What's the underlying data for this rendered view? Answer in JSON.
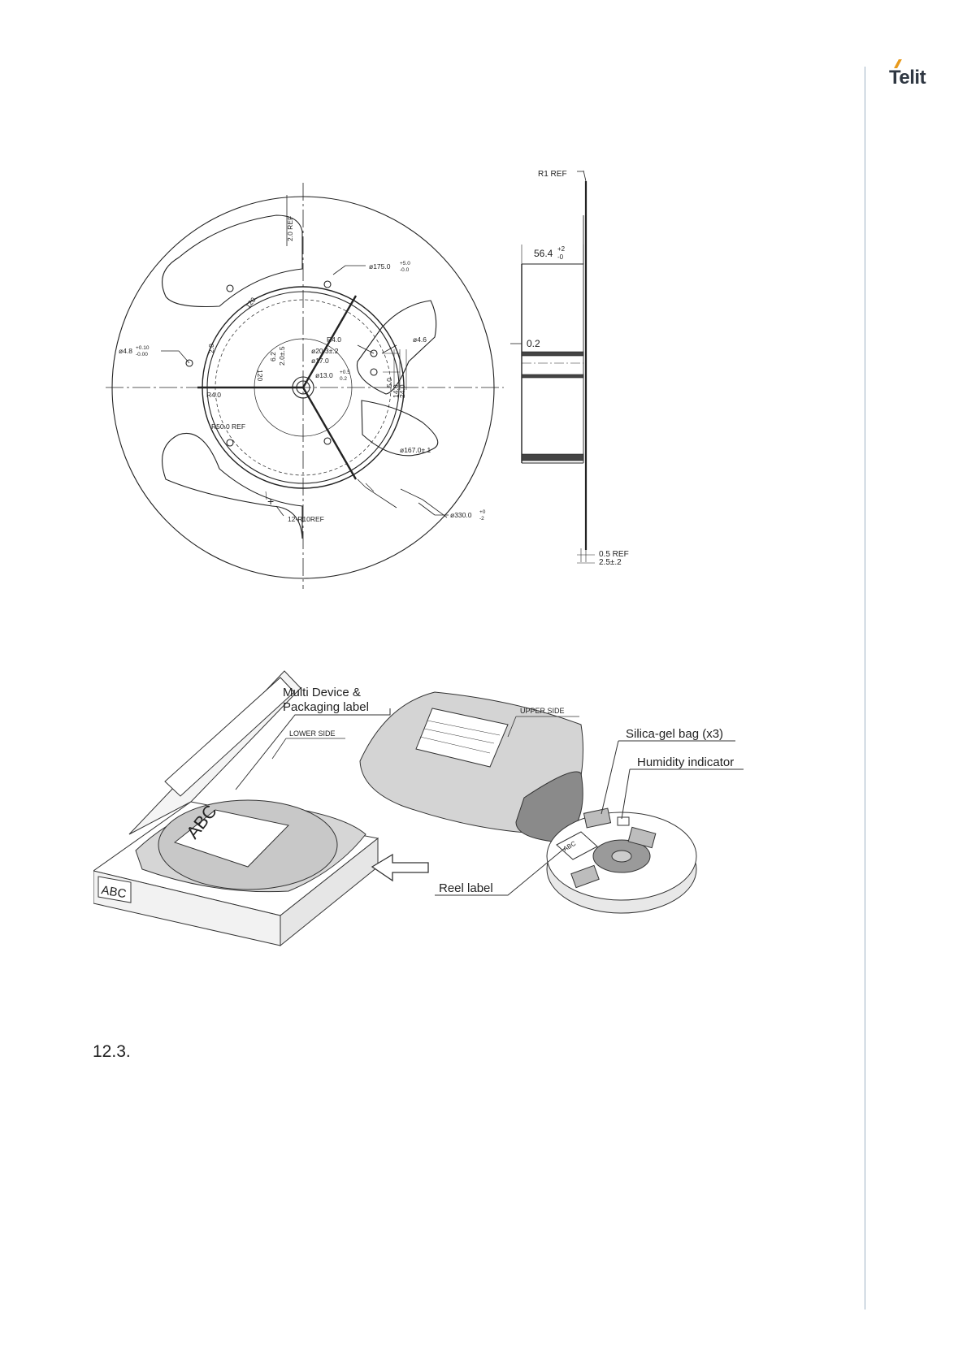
{
  "header": {
    "logo_text": "Telit"
  },
  "reel_drawing": {
    "dims": {
      "d175": "ø175.0",
      "d175_tol_plus": "+5.0",
      "d175_tol_minus": "-0.0",
      "ref20": "2.0 REF",
      "d48": "ø4.8",
      "d48_tol_plus": "+0.10",
      "d48_tol_minus": "-0.00",
      "a120_top": "120",
      "a120_bot": "120",
      "d20v": "2.0",
      "d62": "6.2",
      "d20t": "2.0±.5",
      "d203": "ø20.3±.2",
      "d17": "ø17.0",
      "d13": "ø13.0",
      "d13_tol_plus": "+0.5",
      "d13_tol_minus": "0.2",
      "r4a": "R4.0",
      "r4b": "R4.0",
      "d46": "ø4.6",
      "d50": "5.0",
      "d140": "14.0",
      "d240": "24.0",
      "r50": "R50.0 REF",
      "d167": "ø167.0±.1",
      "r10": "12-R10REF",
      "d330": "ø330.0",
      "d330_tol_plus": "+0",
      "d330_tol_minus": "-2"
    },
    "side": {
      "r1": "R1 REF",
      "w564": "56.4",
      "w564_tol_plus": "+2",
      "w564_tol_minus": "-0",
      "t02": "0.2",
      "t05": "0.5 REF",
      "t25": "2.5±.2"
    }
  },
  "packaging": {
    "label_multi_line1": "Multi Device &",
    "label_multi_line2": "Packaging label",
    "lower_side": "LOWER SIDE",
    "upper_side": "UPPER SIDE",
    "silica": "Silica-gel bag (x3)",
    "humidity": "Humidity indicator",
    "reel_label": "Reel label",
    "abc_inner": "ABC",
    "abc_box": "ABC",
    "abc_reel": "ABC"
  },
  "section": {
    "number": "12.3."
  }
}
